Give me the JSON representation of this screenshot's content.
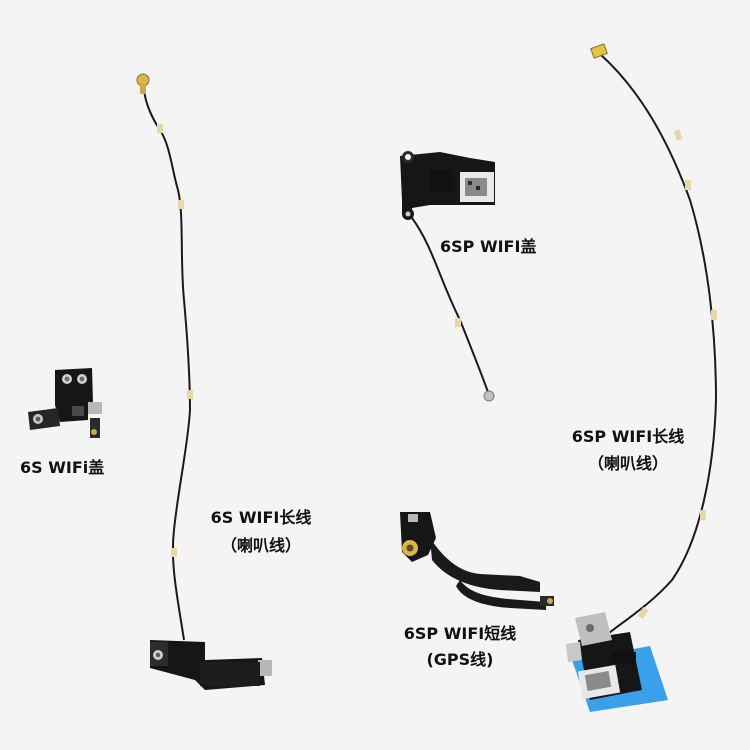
{
  "labels": {
    "s6_wifi_cover": "6S WIFi盖",
    "s6_wifi_long_1": "6S WIFI长线",
    "s6_wifi_long_2": "（喇叭线）",
    "sp6_wifi_cover": "6SP WIFI盖",
    "sp6_wifi_long_1": "6SP WIFI长线",
    "sp6_wifi_long_2": "（喇叭线）",
    "sp6_wifi_short_1": "6SP WIFI短线",
    "sp6_wifi_short_2": "(GPS线)"
  },
  "colors": {
    "background": "#f4f4f4",
    "cable": "#1a1a1a",
    "bracket": "#161616",
    "connector_gold": "#d9b54a",
    "sticker": "#e8e8e8",
    "blue_film": "#3ba0ea"
  }
}
